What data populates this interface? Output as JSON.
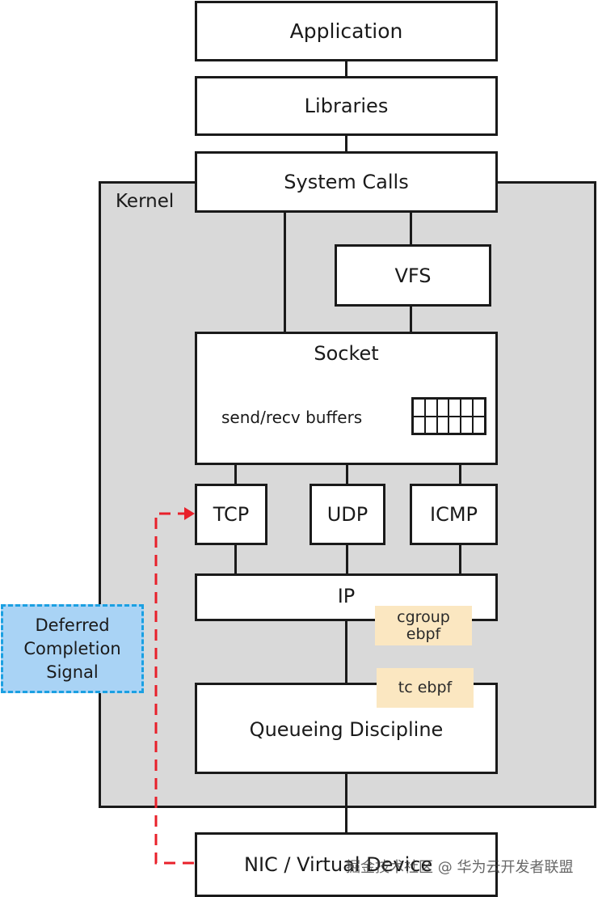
{
  "diagram": {
    "title": "Linux network stack with deferred completion signal",
    "layers": {
      "application": "Application",
      "libraries": "Libraries",
      "system_calls": "System Calls",
      "kernel": "Kernel",
      "vfs": "VFS",
      "socket": "Socket",
      "socket_buffers": "send/recv buffers",
      "tcp": "TCP",
      "udp": "UDP",
      "icmp": "ICMP",
      "ip": "IP",
      "qdisc": "Queueing Discipline",
      "nic": "NIC / Virtual Device"
    },
    "hooks": {
      "cgroup_ebpf_line1": "cgroup",
      "cgroup_ebpf_line2": "ebpf",
      "tc_ebpf": "tc ebpf"
    },
    "callout": {
      "line1": "Deferred",
      "line2": "Completion",
      "line3": "Signal"
    },
    "buffer_grid": {
      "columns": 6,
      "rows": 2
    },
    "colors": {
      "kernel_bg": "#d9d9d9",
      "hook_bg": "#fbe7c1",
      "callout_bg": "#a9d3f5",
      "callout_border": "#1ba0e2",
      "signal_arrow": "#e8202a"
    }
  },
  "watermark": "掘金技术社区 @ 华为云开发者联盟"
}
